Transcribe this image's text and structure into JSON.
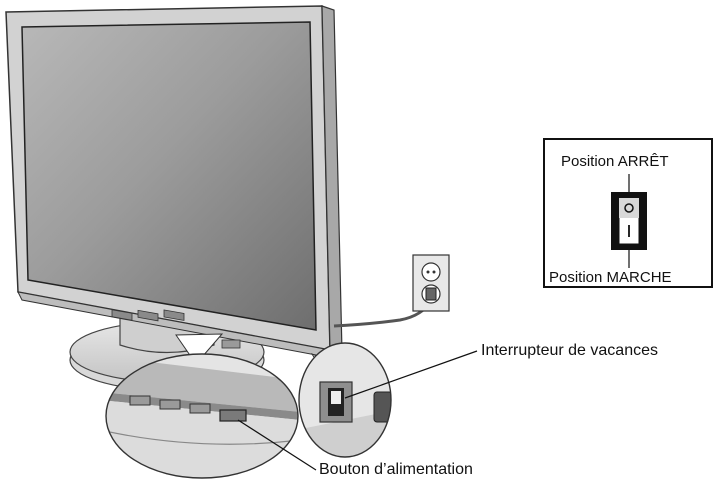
{
  "switch_legend": {
    "off_label": "Position ARRÊT",
    "on_label": "Position MARCHE"
  },
  "callouts": {
    "vacation_switch": "Interrupteur de vacances",
    "power_button": "Bouton d’alimentation"
  }
}
